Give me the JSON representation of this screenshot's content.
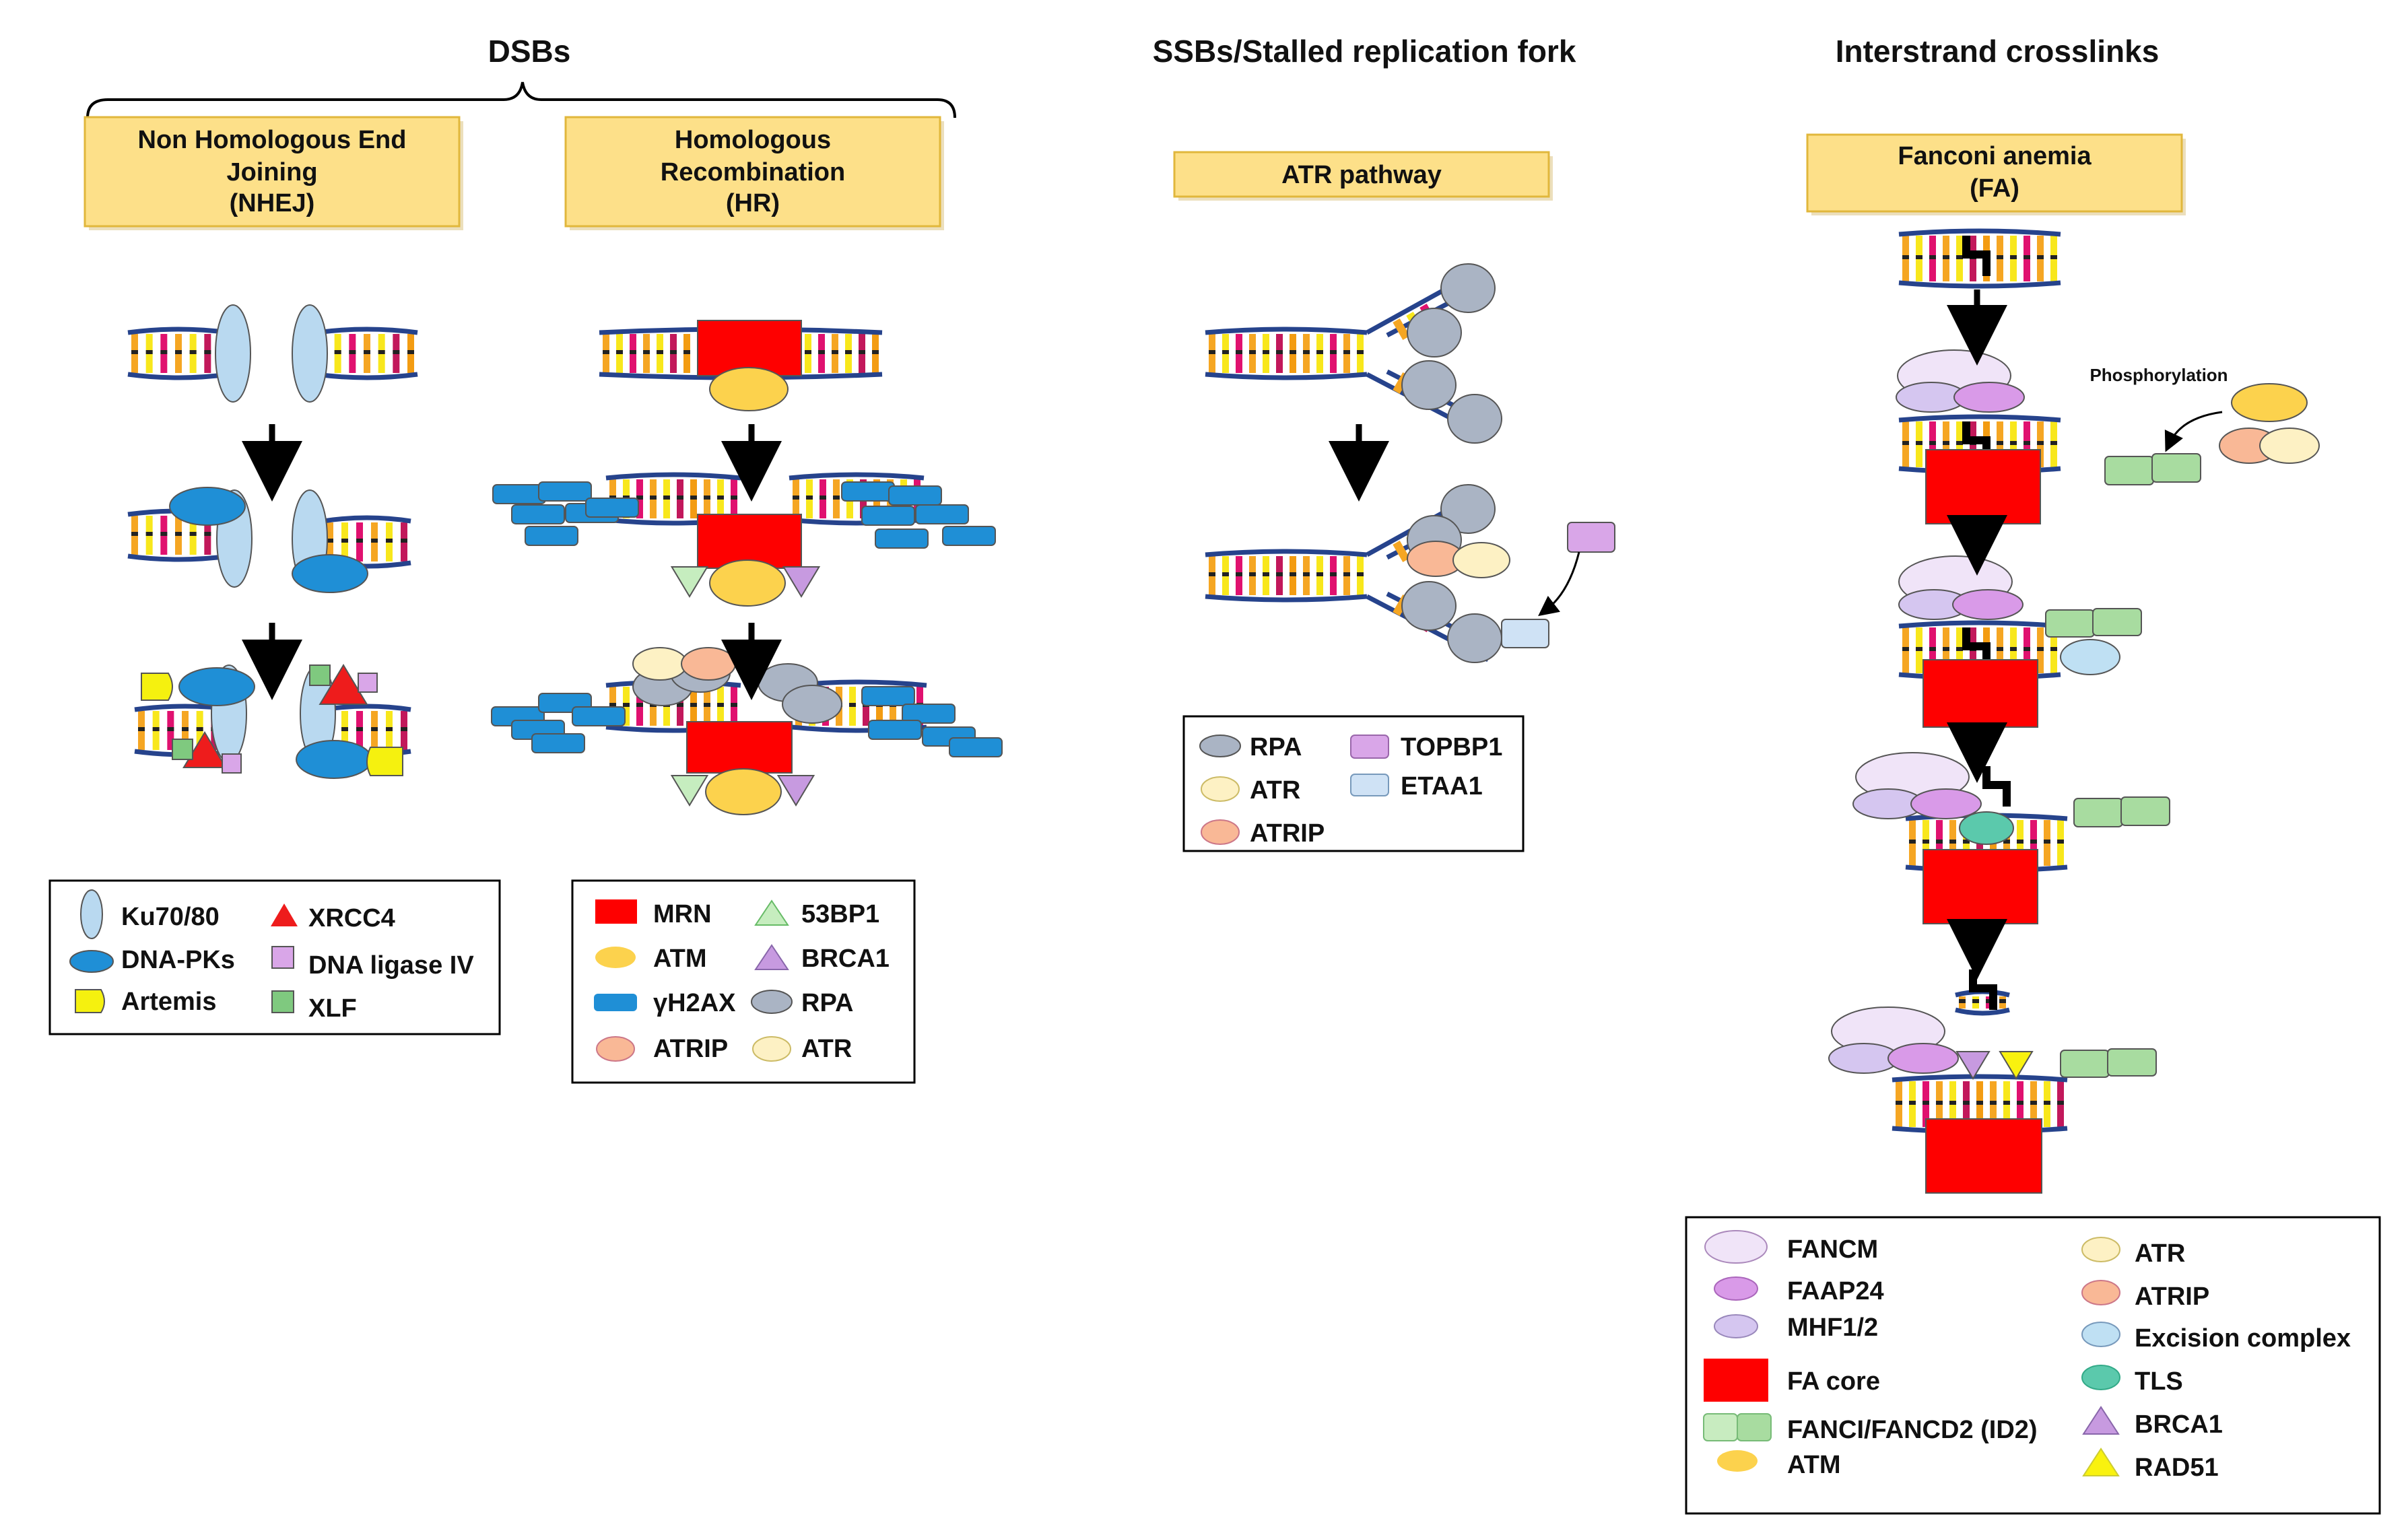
{
  "headings": {
    "dsbs": "DSBs",
    "ssbs": "SSBs/Stalled replication fork",
    "icl": "Interstrand crosslinks"
  },
  "pathways": {
    "nhej": [
      "Non Homologous End",
      "Joining",
      "(NHEJ)"
    ],
    "hr": [
      "Homologous",
      "Recombination",
      "(HR)"
    ],
    "atr": [
      "ATR pathway"
    ],
    "fa": [
      "Fanconi anemia",
      "(FA)"
    ]
  },
  "annotations": {
    "phosphorylation": "Phosphorylation"
  },
  "legends": {
    "nhej": [
      "Ku70/80",
      "DNA-PKs",
      "Artemis",
      "XRCC4",
      "DNA ligase IV",
      "XLF"
    ],
    "hr": [
      "MRN",
      "ATM",
      "γH2AX",
      "ATRIP",
      "53BP1",
      "BRCA1",
      "RPA",
      "ATR"
    ],
    "atr": [
      "RPA",
      "ATR",
      "ATRIP",
      "TOPBP1",
      "ETAA1"
    ],
    "fa": [
      "FANCM",
      "FAAP24",
      "MHF1/2",
      "FA core",
      "FANCI/FANCD2 (ID2)",
      "ATM",
      "ATR",
      "ATRIP",
      "Excision complex",
      "TLS",
      "BRCA1",
      "RAD51"
    ]
  },
  "colors": {
    "ku": "#b9d9f0",
    "dnapk": "#1f8fd6",
    "artemis": "#f5f10f",
    "xrcc4": "#ee1c1c",
    "lig4": "#d9a6e8",
    "xlf": "#7fc97f",
    "mrn": "#fe0000",
    "atm": "#fcd24d",
    "h2ax": "#1f8fd6",
    "atrip": "#f9b896",
    "bp53": "#c6edbf",
    "brca1": "#c79ae0",
    "rpa": "#aab4c4",
    "atr": "#fdf1c4",
    "topbp1": "#d9a6e8",
    "etaa1": "#cfe2f5",
    "fancm": "#f0e4f8",
    "faap24": "#d99ae8",
    "mhf": "#d5c6f0",
    "id2": "#a8dca0",
    "exc": "#bfe0f3",
    "tls": "#5bc9ac",
    "rad51": "#f9f20f",
    "box": "#fde089",
    "strand": "#26438c"
  }
}
